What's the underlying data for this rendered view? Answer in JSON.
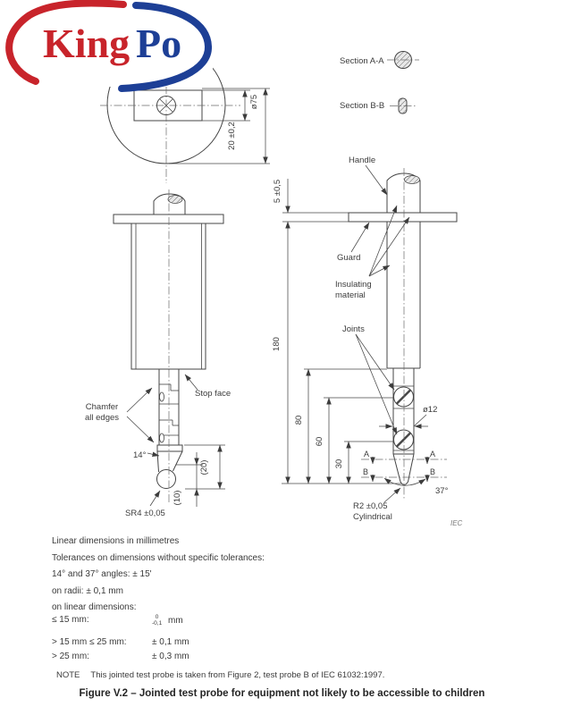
{
  "logo": {
    "brand_first": "King",
    "brand_second": "Po",
    "red": "#c8242b",
    "blue": "#1d3f96"
  },
  "sections": {
    "a_label": "Section A-A",
    "b_label": "Section B-B"
  },
  "top_view": {
    "dim_diameter": "ø75",
    "dim_width": "20 ±0,2"
  },
  "left_view": {
    "stop_face": "Stop face",
    "chamfer_line1": "Chamfer",
    "chamfer_line2": "all edges",
    "angle": "14°",
    "dim_20": "(20)",
    "dim_10": "(10)",
    "tip_radius": "SR4 ±0,05"
  },
  "right_view": {
    "handle": "Handle",
    "guard": "Guard",
    "insulating_line1": "Insulating",
    "insulating_line2": "material",
    "joints": "Joints",
    "dim_5": "5 ±0,5",
    "dim_180": "180",
    "dim_80": "80",
    "dim_60": "60",
    "dim_30": "30",
    "dim_d12": "ø12",
    "angle": "37°",
    "tip_radius_line1": "R2 ±0,05",
    "tip_radius_line2": "Cylindrical",
    "section_a": "A",
    "section_b": "B",
    "iec": "IEC"
  },
  "notes": {
    "line1": "Linear dimensions in millimetres",
    "line2": "Tolerances on dimensions without specific tolerances:",
    "line3": "14° and 37° angles: ± 15'",
    "line4": "on radii: ± 0,1 mm",
    "line5": "on linear dimensions:",
    "rows": [
      {
        "range": "≤ 15 mm:",
        "tol_top": "0",
        "tol_bottom": "-0,1",
        "unit": "mm"
      },
      {
        "range": "> 15 mm ≤ 25 mm:",
        "tol": "± 0,1 mm"
      },
      {
        "range": "> 25 mm:",
        "tol": "± 0,3 mm"
      }
    ]
  },
  "note_label": "NOTE",
  "note_text": "This jointed test probe is taken from Figure 2, test probe B of IEC 61032:1997.",
  "caption": "Figure V.2 – Jointed test probe for equipment not likely to be accessible to children"
}
